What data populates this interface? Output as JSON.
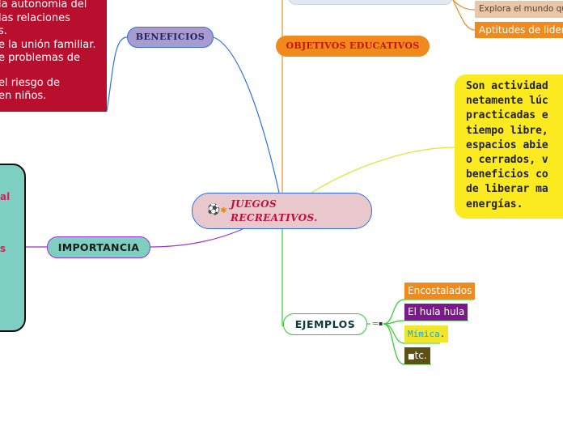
{
  "center": {
    "label": "JUEGOS\nRECREATIVOS.",
    "icon": "ball-and-jacks-icon"
  },
  "beneficios": {
    "label": "BENEFICIOS",
    "lines": [
      "la autonomía del",
      "las relaciones",
      "s.",
      "e la unión familiar.",
      "e problemas de",
      "",
      "el riesgo de",
      "en niños."
    ]
  },
  "objetivos": {
    "label": "OBJETIVOS EDUCATIVOS",
    "children": [
      "Explora el mundo qu",
      "Aptitudes de lider"
    ]
  },
  "descripcion": {
    "text": "Son actividad\nnetamente lúc\npracticadas e\ntiempo libre,\nespacios abie\no cerrados, v\nbeneficios co\nde liberar ma\nenergías."
  },
  "importancia": {
    "label": "IMPORTANCIA",
    "partial_words": [
      "al",
      "s"
    ]
  },
  "ejemplos": {
    "label": "EJEMPLOS",
    "list_icon": "list-icon",
    "items": [
      "Encostalados",
      "El hula hula",
      "Mímica",
      ".",
      "tc."
    ]
  },
  "colors": {
    "beneficios_box": "#b80f2e",
    "beneficios_node": "#a79bd0",
    "objetivos": "#f08a1c",
    "descripcion": "#fbea20",
    "importancia": "#7dcfc2",
    "center": "#e8c8cd",
    "ex_orange": "#f08a1c",
    "ex_purple": "#7a198a",
    "ex_yellow": "#f1e62a",
    "ex_olive": "#5c5012"
  }
}
